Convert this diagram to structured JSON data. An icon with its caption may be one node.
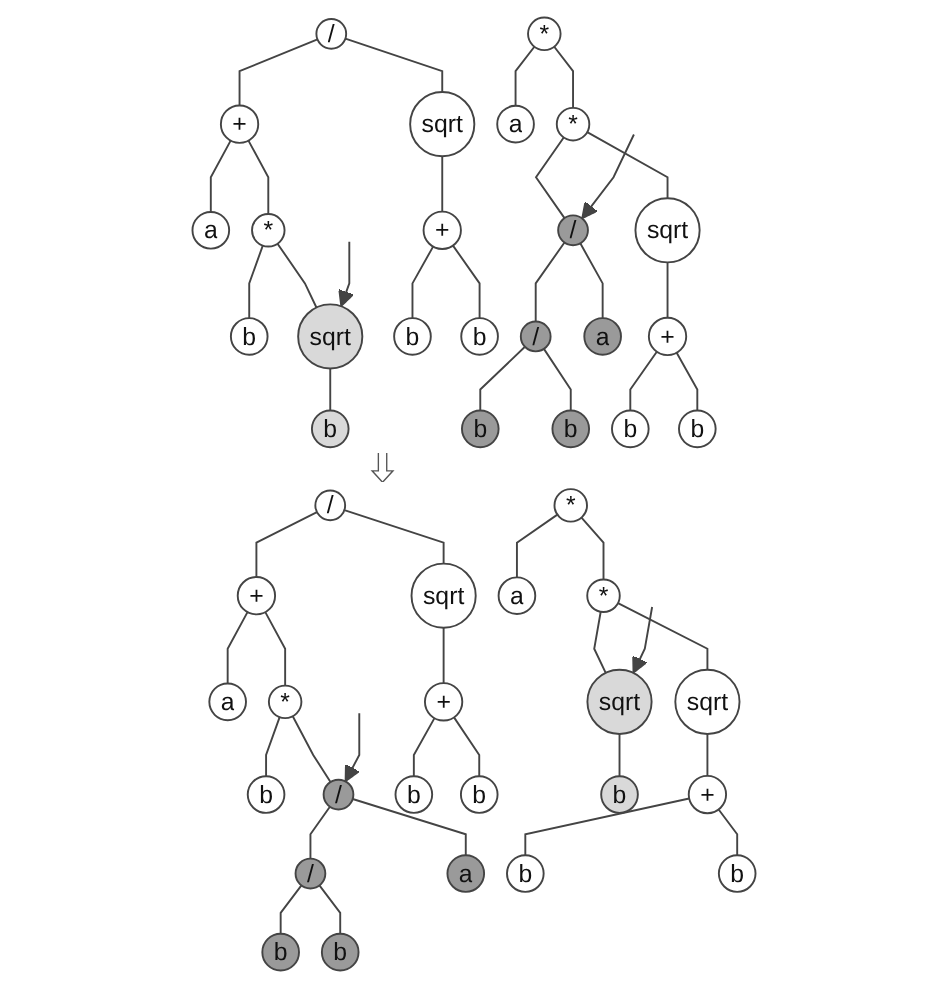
{
  "diagram": {
    "nodes": [
      {
        "text": [
          "/"
        ]
      },
      {
        "text": [
          "+"
        ]
      },
      {
        "text": [
          "sqrt"
        ]
      },
      {
        "text": [
          "a"
        ]
      },
      {
        "text": [
          "*"
        ]
      },
      {
        "text": [
          "+"
        ]
      },
      {
        "text": [
          "b"
        ]
      },
      {
        "text": [
          "sqrt"
        ]
      },
      {
        "text": [
          "b"
        ]
      },
      {
        "text": [
          "b"
        ]
      },
      {
        "text": [
          "b"
        ]
      },
      {
        "text": [
          "*"
        ]
      },
      {
        "text": [
          "a"
        ]
      },
      {
        "text": [
          "*"
        ]
      },
      {
        "text": [
          "/"
        ]
      },
      {
        "text": [
          "sqrt"
        ]
      },
      {
        "text": [
          "/"
        ]
      },
      {
        "text": [
          "a"
        ]
      },
      {
        "text": [
          "+"
        ]
      },
      {
        "text": [
          "b"
        ]
      },
      {
        "text": [
          "b"
        ]
      },
      {
        "text": [
          "b"
        ]
      },
      {
        "text": [
          "b"
        ]
      },
      {
        "text": [
          "/"
        ]
      },
      {
        "text": [
          "+"
        ]
      },
      {
        "text": [
          "sqrt"
        ]
      },
      {
        "text": [
          "a"
        ]
      },
      {
        "text": [
          "*"
        ]
      },
      {
        "text": [
          "+"
        ]
      },
      {
        "text": [
          "b"
        ]
      },
      {
        "text": [
          "/"
        ]
      },
      {
        "text": [
          "b"
        ]
      },
      {
        "text": [
          "b"
        ]
      },
      {
        "text": [
          "/"
        ]
      },
      {
        "text": [
          "a"
        ]
      },
      {
        "text": [
          "b"
        ]
      },
      {
        "text": [
          "b"
        ]
      },
      {
        "text": [
          "*"
        ]
      },
      {
        "text": [
          "a"
        ]
      },
      {
        "text": [
          "*"
        ]
      },
      {
        "text": [
          "sqrt"
        ]
      },
      {
        "text": [
          "sqrt"
        ]
      },
      {
        "text": [
          "b"
        ]
      },
      {
        "text": [
          "+"
        ]
      },
      {
        "text": [
          "b"
        ]
      },
      {
        "text": [
          "b"
        ]
      }
    ],
    "edges": [
      {
        "from": 0,
        "to": 1,
        "arrow": "none"
      },
      {
        "from": 0,
        "to": 2,
        "arrow": "none"
      },
      {
        "from": 1,
        "to": 3,
        "arrow": "none"
      },
      {
        "from": 1,
        "to": 4,
        "arrow": "none"
      },
      {
        "from": 2,
        "to": 5,
        "arrow": "none"
      },
      {
        "from": 4,
        "to": 6,
        "arrow": "none"
      },
      {
        "from": 4,
        "to": 7,
        "arrow": "none"
      },
      {
        "from": 5,
        "to": 8,
        "arrow": "none"
      },
      {
        "from": 5,
        "to": 9,
        "arrow": "none"
      },
      {
        "from": 7,
        "to": 10,
        "arrow": "none"
      },
      {
        "from": null,
        "to": 7,
        "arrow": "to"
      },
      {
        "from": 11,
        "to": 12,
        "arrow": "none"
      },
      {
        "from": 11,
        "to": 13,
        "arrow": "none"
      },
      {
        "from": 13,
        "to": 14,
        "arrow": "none"
      },
      {
        "from": 13,
        "to": 15,
        "arrow": "none"
      },
      {
        "from": 14,
        "to": 16,
        "arrow": "none"
      },
      {
        "from": 14,
        "to": 17,
        "arrow": "none"
      },
      {
        "from": 15,
        "to": 18,
        "arrow": "none"
      },
      {
        "from": 16,
        "to": 19,
        "arrow": "none"
      },
      {
        "from": 16,
        "to": 20,
        "arrow": "none"
      },
      {
        "from": 18,
        "to": 21,
        "arrow": "none"
      },
      {
        "from": 18,
        "to": 22,
        "arrow": "none"
      },
      {
        "from": null,
        "to": 14,
        "arrow": "to"
      },
      {
        "from": 23,
        "to": 24,
        "arrow": "none"
      },
      {
        "from": 23,
        "to": 25,
        "arrow": "none"
      },
      {
        "from": 24,
        "to": 26,
        "arrow": "none"
      },
      {
        "from": 24,
        "to": 27,
        "arrow": "none"
      },
      {
        "from": 25,
        "to": 28,
        "arrow": "none"
      },
      {
        "from": 27,
        "to": 29,
        "arrow": "none"
      },
      {
        "from": 27,
        "to": 30,
        "arrow": "none"
      },
      {
        "from": 28,
        "to": 31,
        "arrow": "none"
      },
      {
        "from": 28,
        "to": 32,
        "arrow": "none"
      },
      {
        "from": 30,
        "to": 33,
        "arrow": "none"
      },
      {
        "from": 30,
        "to": 34,
        "arrow": "none"
      },
      {
        "from": 33,
        "to": 35,
        "arrow": "none"
      },
      {
        "from": 33,
        "to": 36,
        "arrow": "none"
      },
      {
        "from": null,
        "to": 30,
        "arrow": "to"
      },
      {
        "from": 37,
        "to": 38,
        "arrow": "none"
      },
      {
        "from": 37,
        "to": 39,
        "arrow": "none"
      },
      {
        "from": 39,
        "to": 40,
        "arrow": "none"
      },
      {
        "from": 39,
        "to": 41,
        "arrow": "none"
      },
      {
        "from": 40,
        "to": 42,
        "arrow": "none"
      },
      {
        "from": 41,
        "to": 43,
        "arrow": "none"
      },
      {
        "from": 43,
        "to": 44,
        "arrow": "none"
      },
      {
        "from": 43,
        "to": 45,
        "arrow": "none"
      },
      {
        "from": null,
        "to": 40,
        "arrow": "to"
      }
    ]
  }
}
